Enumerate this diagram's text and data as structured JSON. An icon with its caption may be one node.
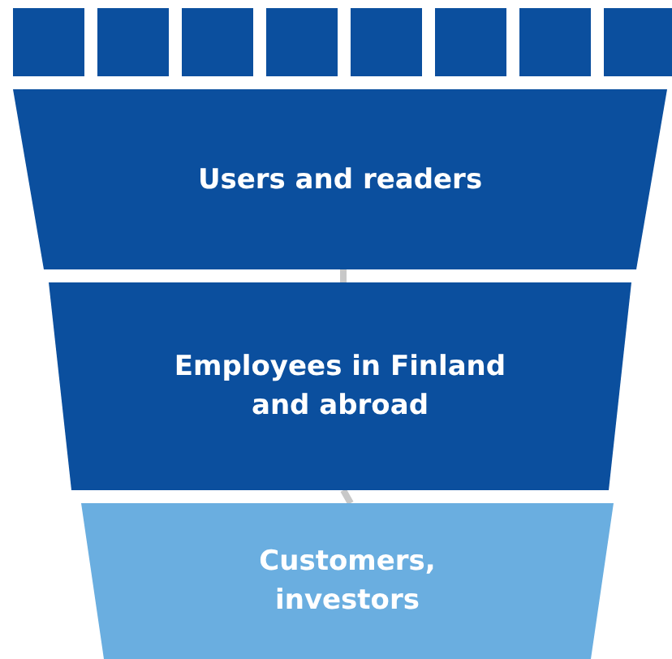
{
  "diagram": {
    "nodes": [
      {
        "text": [],
        "shape": "box"
      },
      {
        "text": [],
        "shape": "box"
      },
      {
        "text": [],
        "shape": "box"
      },
      {
        "text": [],
        "shape": "box"
      },
      {
        "text": [],
        "shape": "box"
      },
      {
        "text": [],
        "shape": "box"
      },
      {
        "text": [],
        "shape": "box"
      },
      {
        "text": [],
        "shape": "box"
      },
      {
        "text": [
          "Users and readers"
        ]
      },
      {
        "text": [
          "Employees in Finland and abroad"
        ]
      },
      {
        "text": [
          "Customers, investors"
        ]
      }
    ],
    "edges": [
      {
        "from": 8,
        "to": 9,
        "arrow": "none"
      },
      {
        "from": 9,
        "to": 10,
        "arrow": "none"
      }
    ]
  }
}
